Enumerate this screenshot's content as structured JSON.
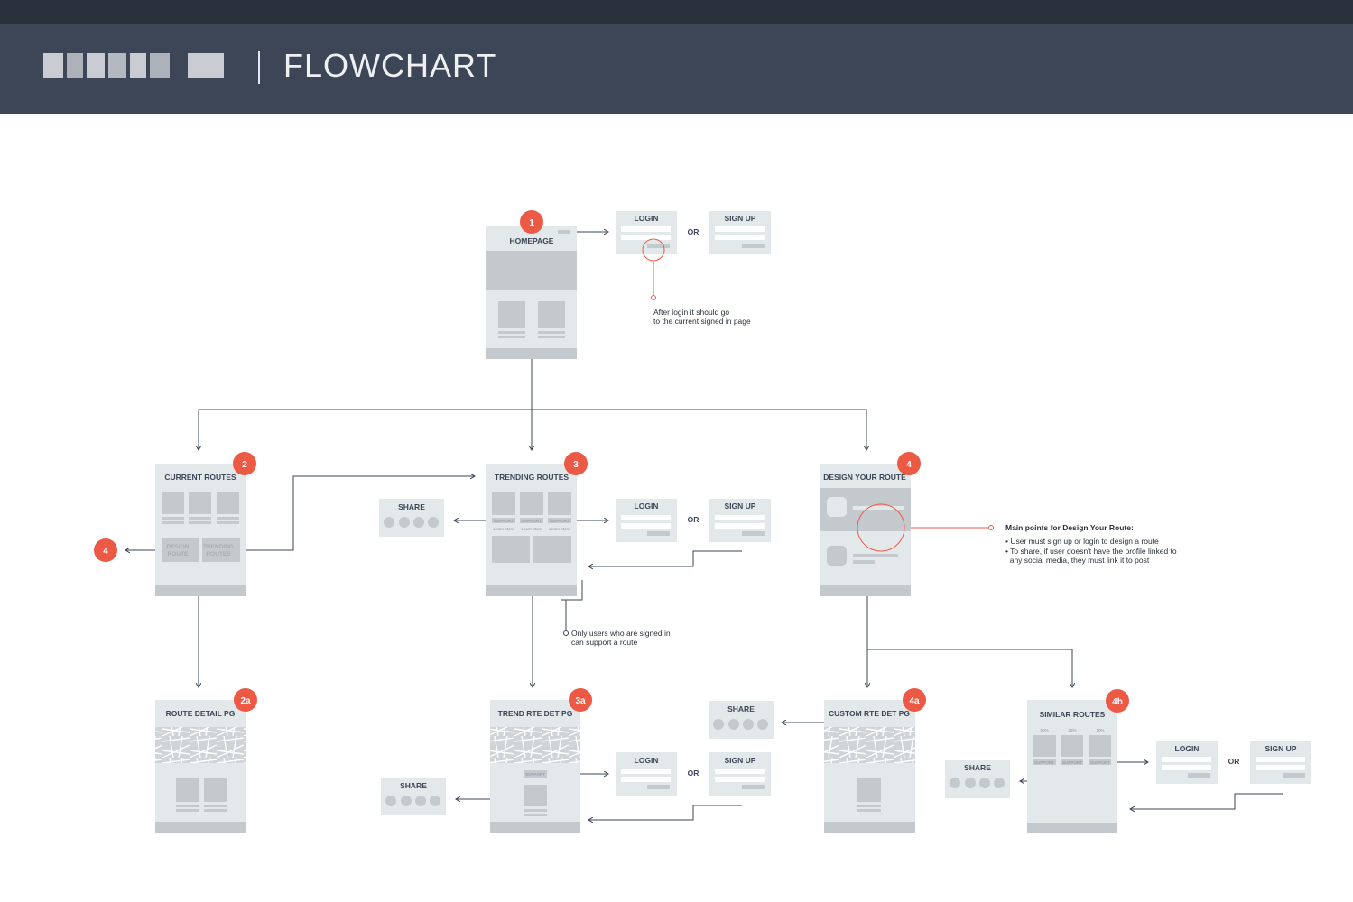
{
  "header": {
    "title": "FLOWCHART"
  },
  "colors": {
    "header_bg": "#3c4656",
    "topbar_bg": "#2b313c",
    "badge": "#ec5a45",
    "frame": "#e3e8eb",
    "line": "#3c4656"
  },
  "nodes": {
    "homepage": {
      "badge": "1",
      "title": "HOMEPAGE"
    },
    "current_routes": {
      "badge": "2",
      "title": "CURRENT ROUTES",
      "btn_design": [
        "DESIGN",
        "ROUTE"
      ],
      "btn_trending": [
        "TRENDING",
        "ROUTES"
      ]
    },
    "trending_routes": {
      "badge": "3",
      "title": "TRENDING ROUTES",
      "support": "SUPPORT",
      "learn_more": "Learn More"
    },
    "design_your_route": {
      "badge": "4",
      "title": "DESIGN YOUR ROUTE"
    },
    "route_detail": {
      "badge": "2a",
      "title": "ROUTE DETAIL PG"
    },
    "trend_rte_det": {
      "badge": "3a",
      "title": "TREND RTE DET PG",
      "support": "SUPPORT"
    },
    "custom_rte_det": {
      "badge": "4a",
      "title": "CUSTOM RTE DET PG"
    },
    "similar_routes": {
      "badge": "4b",
      "title": "SIMILAR ROUTES",
      "pcts": [
        "50%",
        "25%",
        "10%"
      ],
      "support": "SUPPORT"
    },
    "ref_badge": "4"
  },
  "labels": {
    "login": "LOGIN",
    "signup": "SIGN UP",
    "or": "OR",
    "share": "SHARE"
  },
  "notes": {
    "login_note": [
      "After login it should go",
      "to the current signed in page"
    ],
    "support_note": [
      "Only users who are signed in",
      "can support a route"
    ],
    "design_note_title": "Main points for Design Your Route:",
    "design_note_items": [
      "• User must sign up or login to design a route",
      "• To share, if user doesn't have the profile linked to",
      "  any social media, they must link it to post"
    ]
  }
}
